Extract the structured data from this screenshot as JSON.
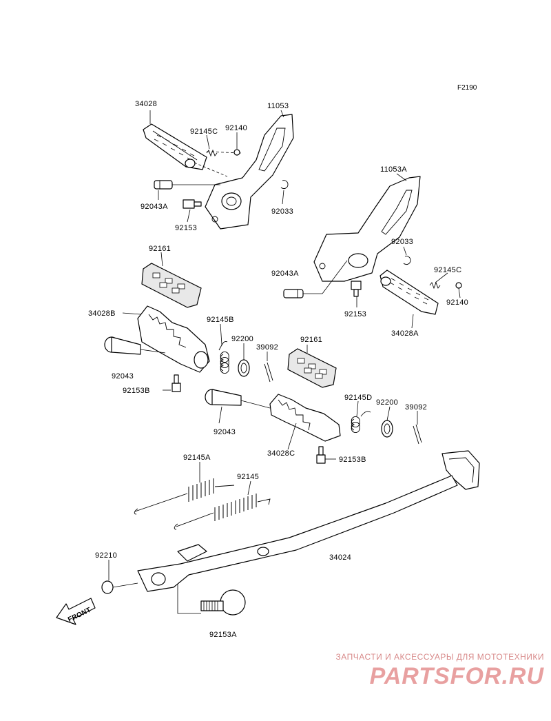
{
  "figure_code": "F2190",
  "front_label": "FRONT",
  "part_labels": {
    "p34028": "34028",
    "p11053": "11053",
    "p92145C_top": "92145C",
    "p92140_top": "92140",
    "p92043A_top": "92043A",
    "p92033_top": "92033",
    "p92153_top": "92153",
    "p11053A": "11053A",
    "p92033_right": "92033",
    "p92043A_right": "92043A",
    "p92145C_right": "92145C",
    "p92140_right": "92140",
    "p92153_right": "92153",
    "p34028A": "34028A",
    "p92161_left": "92161",
    "p34028B": "34028B",
    "p92145B": "92145B",
    "p92200_left": "92200",
    "p39092_left": "39092",
    "p92043_left": "92043",
    "p92153B_left": "92153B",
    "p92161_mid": "92161",
    "p92043_mid": "92043",
    "p92145D": "92145D",
    "p92200_right": "92200",
    "p39092_right": "39092",
    "p34028C": "34028C",
    "p92153B_mid": "92153B",
    "p92145A": "92145A",
    "p92145": "92145",
    "p34024": "34024",
    "p92210": "92210",
    "p92153A": "92153A"
  },
  "watermark": {
    "line1": "ЗАПЧАСТИ И АКСЕССУАРЫ ДЛЯ МОТОТЕХНИКИ",
    "line2": "PARTSFOR.RU",
    "color": "#e8a0a0"
  }
}
